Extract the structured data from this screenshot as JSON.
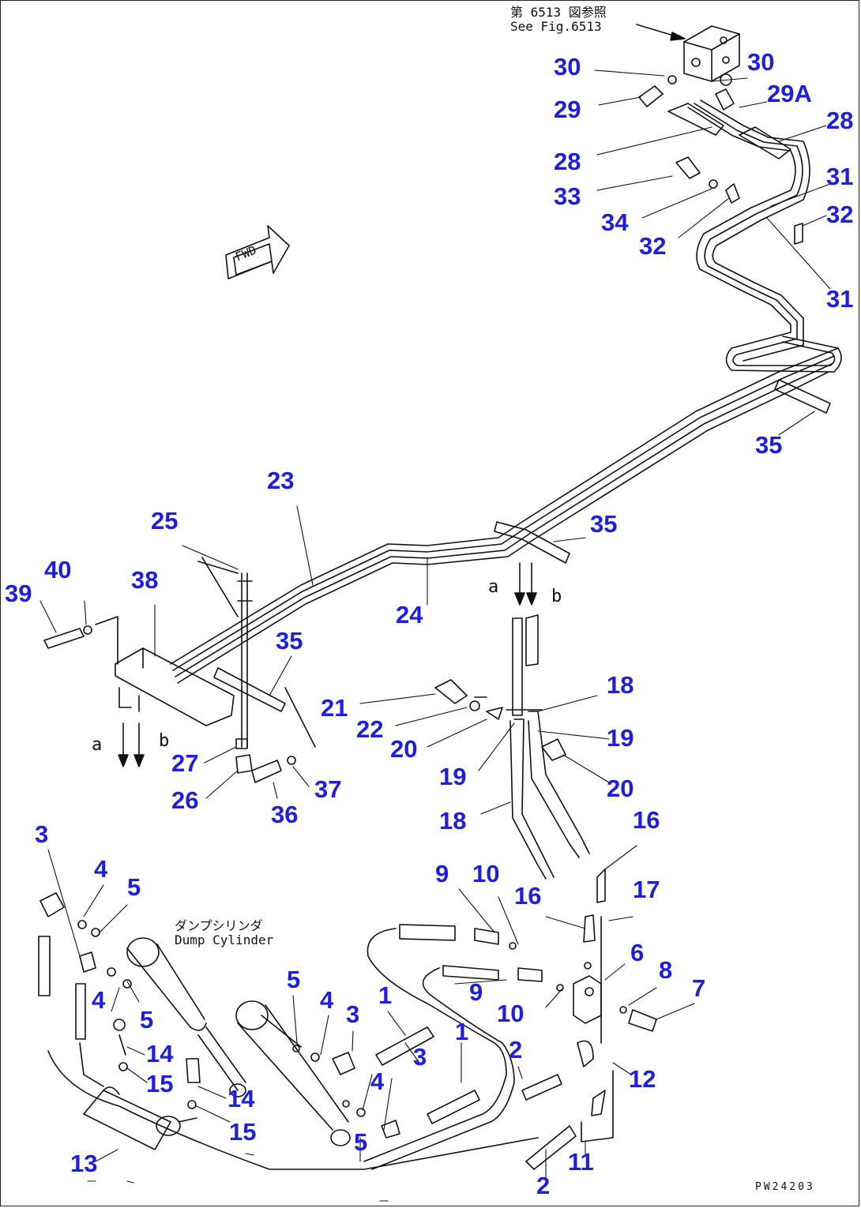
{
  "reference": {
    "jp": "第 6513 図参照",
    "en": "See Fig.6513"
  },
  "dump_cylinder": {
    "jp": "ダンプシリンダ",
    "en": "Dump Cylinder"
  },
  "fwd_label": "FWD",
  "flow_marks": {
    "a1": "a",
    "b1": "b",
    "a2": "a",
    "b2": "b"
  },
  "drawing_code": "PW24203",
  "callouts": [
    {
      "id": "c30a",
      "text": "30"
    },
    {
      "id": "c30b",
      "text": "30"
    },
    {
      "id": "c29a2",
      "text": "29A"
    },
    {
      "id": "c29",
      "text": "29"
    },
    {
      "id": "c28a",
      "text": "28"
    },
    {
      "id": "c28b",
      "text": "28"
    },
    {
      "id": "c33",
      "text": "33"
    },
    {
      "id": "c31a",
      "text": "31"
    },
    {
      "id": "c32a",
      "text": "32"
    },
    {
      "id": "c34",
      "text": "34"
    },
    {
      "id": "c32b",
      "text": "32"
    },
    {
      "id": "c31b",
      "text": "31"
    },
    {
      "id": "c35a",
      "text": "35"
    },
    {
      "id": "c23",
      "text": "23"
    },
    {
      "id": "c35b",
      "text": "35"
    },
    {
      "id": "c25",
      "text": "25"
    },
    {
      "id": "c40",
      "text": "40"
    },
    {
      "id": "c38",
      "text": "38"
    },
    {
      "id": "c39",
      "text": "39"
    },
    {
      "id": "c24",
      "text": "24"
    },
    {
      "id": "c35c",
      "text": "35"
    },
    {
      "id": "c18a",
      "text": "18"
    },
    {
      "id": "c21",
      "text": "21"
    },
    {
      "id": "c22",
      "text": "22"
    },
    {
      "id": "c20a",
      "text": "20"
    },
    {
      "id": "c19a",
      "text": "19"
    },
    {
      "id": "c27",
      "text": "27"
    },
    {
      "id": "c19b",
      "text": "19"
    },
    {
      "id": "c20b",
      "text": "20"
    },
    {
      "id": "c37",
      "text": "37"
    },
    {
      "id": "c26",
      "text": "26"
    },
    {
      "id": "c36",
      "text": "36"
    },
    {
      "id": "c18b",
      "text": "18"
    },
    {
      "id": "c16a",
      "text": "16"
    },
    {
      "id": "c3a",
      "text": "3"
    },
    {
      "id": "c4a",
      "text": "4"
    },
    {
      "id": "c5a",
      "text": "5"
    },
    {
      "id": "c9a",
      "text": "9"
    },
    {
      "id": "c10a",
      "text": "10"
    },
    {
      "id": "c16b",
      "text": "16"
    },
    {
      "id": "c17",
      "text": "17"
    },
    {
      "id": "c6",
      "text": "6"
    },
    {
      "id": "c8",
      "text": "8"
    },
    {
      "id": "c5b",
      "text": "5"
    },
    {
      "id": "c1a",
      "text": "1"
    },
    {
      "id": "c4b",
      "text": "4"
    },
    {
      "id": "c9b",
      "text": "9"
    },
    {
      "id": "c7",
      "text": "7"
    },
    {
      "id": "c4c",
      "text": "4"
    },
    {
      "id": "c5c",
      "text": "5"
    },
    {
      "id": "c3b",
      "text": "3"
    },
    {
      "id": "c10b",
      "text": "10"
    },
    {
      "id": "c1b",
      "text": "1"
    },
    {
      "id": "c14a",
      "text": "14"
    },
    {
      "id": "c3c",
      "text": "3"
    },
    {
      "id": "c2a",
      "text": "2"
    },
    {
      "id": "c12",
      "text": "12"
    },
    {
      "id": "c15a",
      "text": "15"
    },
    {
      "id": "c4d",
      "text": "4"
    },
    {
      "id": "c14b",
      "text": "14"
    },
    {
      "id": "c15b",
      "text": "15"
    },
    {
      "id": "c5d",
      "text": "5"
    },
    {
      "id": "c13",
      "text": "13"
    },
    {
      "id": "c11",
      "text": "11"
    },
    {
      "id": "c2b",
      "text": "2"
    }
  ]
}
